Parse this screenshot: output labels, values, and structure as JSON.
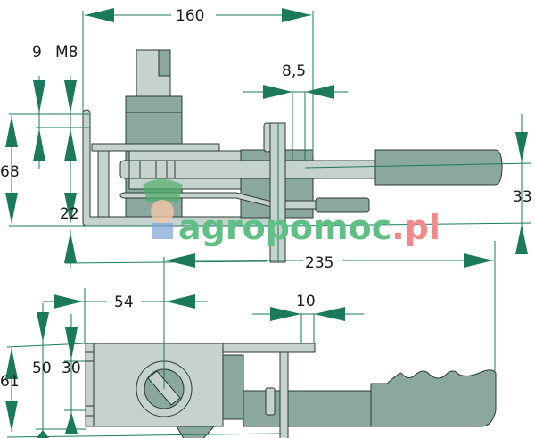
{
  "drawing": {
    "top_view": {
      "dimensions": [
        "160",
        "9",
        "M8",
        "8,5",
        "68",
        "22",
        "33"
      ]
    },
    "side_view": {
      "dimensions": [
        "235",
        "54",
        "10",
        "61",
        "50",
        "30"
      ]
    },
    "colors": {
      "part_light": "#c5d2ce",
      "part_dark": "#8aa89f",
      "dimension": "#1b7a5c"
    },
    "watermark": {
      "main": "agropomoc",
      "suffix": ".pl"
    }
  }
}
